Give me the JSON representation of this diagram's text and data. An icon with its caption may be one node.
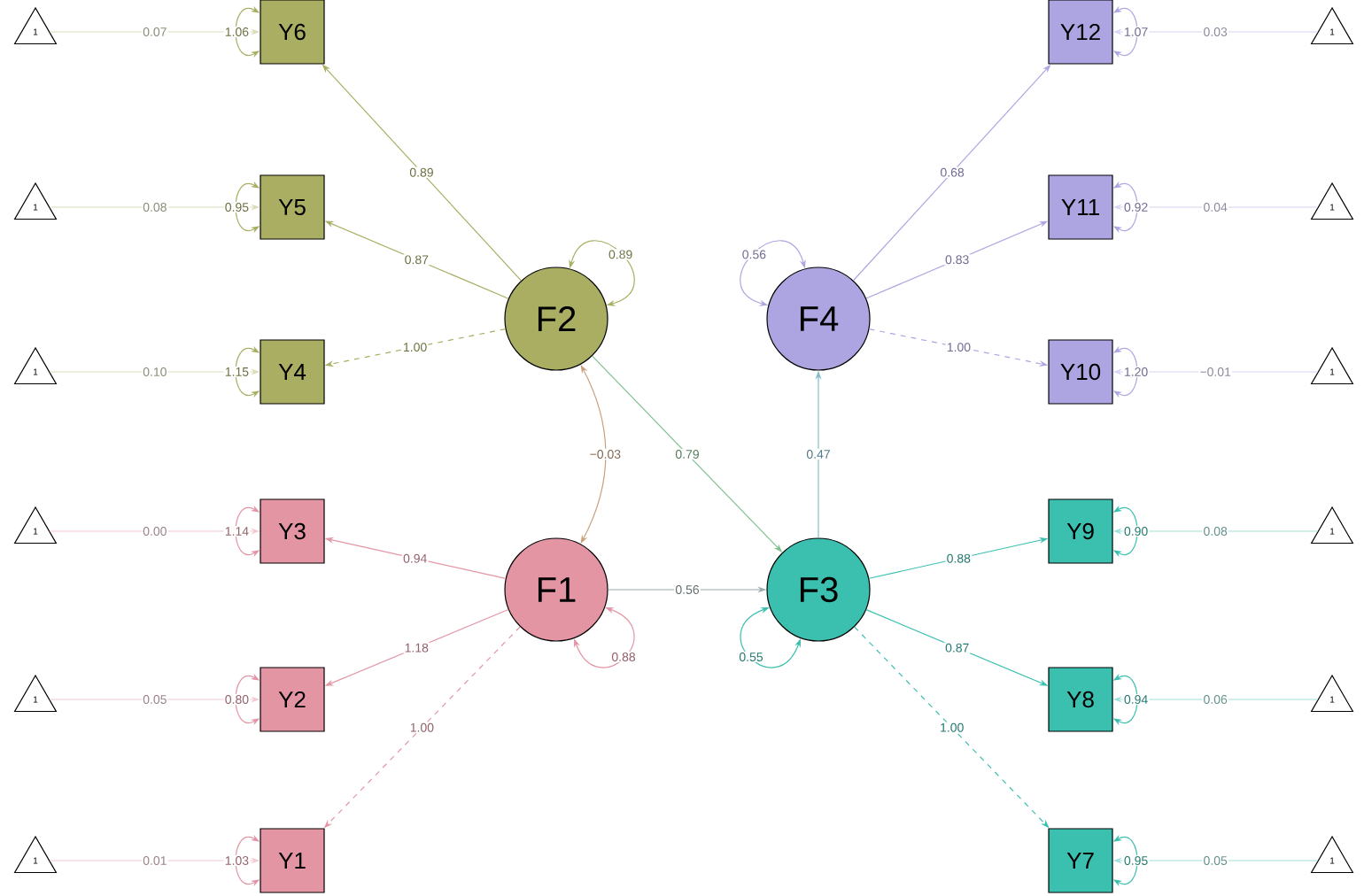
{
  "diagram": {
    "nodes": [
      {
        "text": [
          "1"
        ]
      },
      {
        "text": [
          "Y6"
        ]
      },
      {
        "text": [
          "Y12"
        ]
      },
      {
        "text": [
          "1"
        ]
      },
      {
        "text": [
          "1"
        ]
      },
      {
        "text": [
          "Y5"
        ]
      },
      {
        "text": [
          "Y11"
        ]
      },
      {
        "text": [
          "1"
        ]
      },
      {
        "text": [
          "F2"
        ]
      },
      {
        "text": [
          "F4"
        ]
      },
      {
        "text": [
          "1"
        ]
      },
      {
        "text": [
          "Y4"
        ]
      },
      {
        "text": [
          "Y10"
        ]
      },
      {
        "text": [
          "1"
        ]
      },
      {
        "text": [
          "1"
        ]
      },
      {
        "text": [
          "Y3"
        ]
      },
      {
        "text": [
          "Y9"
        ]
      },
      {
        "text": [
          "1"
        ]
      },
      {
        "text": [
          "F1"
        ]
      },
      {
        "text": [
          "F3"
        ]
      },
      {
        "text": [
          "1"
        ]
      },
      {
        "text": [
          "Y2"
        ]
      },
      {
        "text": [
          "Y8"
        ]
      },
      {
        "text": [
          "1"
        ]
      },
      {
        "text": [
          "1"
        ]
      },
      {
        "text": [
          "Y1"
        ]
      },
      {
        "text": [
          "Y7"
        ]
      },
      {
        "text": [
          "1"
        ]
      }
    ],
    "edges": [
      {
        "from": 0,
        "to": 1,
        "arrow": "to",
        "label": "0.07",
        "color": "#d9dbb5"
      },
      {
        "from": 1,
        "to": 1,
        "arrow": "both",
        "label": "1.06",
        "color": "#a9ae62"
      },
      {
        "from": 3,
        "to": 2,
        "arrow": "to",
        "label": "0.03",
        "color": "#d8d4f2"
      },
      {
        "from": 2,
        "to": 2,
        "arrow": "both",
        "label": "1.07",
        "color": "#ada5e1"
      },
      {
        "from": 4,
        "to": 5,
        "arrow": "to",
        "label": "0.08",
        "color": "#d9dbb5"
      },
      {
        "from": 5,
        "to": 5,
        "arrow": "both",
        "label": "0.95",
        "color": "#a9ae62"
      },
      {
        "from": 7,
        "to": 6,
        "arrow": "to",
        "label": "0.04",
        "color": "#d8d4f2"
      },
      {
        "from": 6,
        "to": 6,
        "arrow": "both",
        "label": "0.92",
        "color": "#ada5e1"
      },
      {
        "from": 10,
        "to": 11,
        "arrow": "to",
        "label": "0.10",
        "color": "#d9dbb5"
      },
      {
        "from": 11,
        "to": 11,
        "arrow": "both",
        "label": "1.15",
        "color": "#a9ae62"
      },
      {
        "from": 13,
        "to": 12,
        "arrow": "to",
        "label": "−0.01",
        "color": "#d8d4f2"
      },
      {
        "from": 12,
        "to": 12,
        "arrow": "both",
        "label": "1.20",
        "color": "#ada5e1"
      },
      {
        "from": 14,
        "to": 15,
        "arrow": "to",
        "label": "0.00",
        "color": "#f2c9d1"
      },
      {
        "from": 15,
        "to": 15,
        "arrow": "both",
        "label": "1.14",
        "color": "#e395a4"
      },
      {
        "from": 17,
        "to": 16,
        "arrow": "to",
        "label": "0.08",
        "color": "#9fe0d8"
      },
      {
        "from": 16,
        "to": 16,
        "arrow": "both",
        "label": "0.90",
        "color": "#3bbfaf"
      },
      {
        "from": 20,
        "to": 21,
        "arrow": "to",
        "label": "0.05",
        "color": "#f2c9d1"
      },
      {
        "from": 21,
        "to": 21,
        "arrow": "both",
        "label": "0.80",
        "color": "#e395a4"
      },
      {
        "from": 23,
        "to": 22,
        "arrow": "to",
        "label": "0.06",
        "color": "#9fe0d8"
      },
      {
        "from": 22,
        "to": 22,
        "arrow": "both",
        "label": "0.94",
        "color": "#3bbfaf"
      },
      {
        "from": 24,
        "to": 25,
        "arrow": "to",
        "label": "0.01",
        "color": "#f2c9d1"
      },
      {
        "from": 25,
        "to": 25,
        "arrow": "both",
        "label": "1.03",
        "color": "#e395a4"
      },
      {
        "from": 27,
        "to": 26,
        "arrow": "to",
        "label": "0.05",
        "color": "#9fe0d8"
      },
      {
        "from": 26,
        "to": 26,
        "arrow": "both",
        "label": "0.95",
        "color": "#3bbfaf"
      },
      {
        "from": 8,
        "to": 1,
        "arrow": "to",
        "label": "0.89",
        "color": "#a9ae62"
      },
      {
        "from": 8,
        "to": 5,
        "arrow": "to",
        "label": "0.87",
        "color": "#a9ae62"
      },
      {
        "from": 8,
        "to": 11,
        "arrow": "to",
        "label": "1.00",
        "style": "dashed",
        "color": "#a9ae62"
      },
      {
        "from": 9,
        "to": 2,
        "arrow": "to",
        "label": "0.68",
        "color": "#ada5e1"
      },
      {
        "from": 9,
        "to": 6,
        "arrow": "to",
        "label": "0.83",
        "color": "#ada5e1"
      },
      {
        "from": 9,
        "to": 12,
        "arrow": "to",
        "label": "1.00",
        "style": "dashed",
        "color": "#ada5e1"
      },
      {
        "from": 18,
        "to": 15,
        "arrow": "to",
        "label": "0.94",
        "color": "#e395a4"
      },
      {
        "from": 18,
        "to": 21,
        "arrow": "to",
        "label": "1.18",
        "color": "#e395a4"
      },
      {
        "from": 18,
        "to": 25,
        "arrow": "to",
        "label": "1.00",
        "style": "dashed",
        "color": "#e395a4"
      },
      {
        "from": 19,
        "to": 16,
        "arrow": "to",
        "label": "0.88",
        "color": "#3bbfaf"
      },
      {
        "from": 19,
        "to": 22,
        "arrow": "to",
        "label": "0.87",
        "color": "#3bbfaf"
      },
      {
        "from": 19,
        "to": 26,
        "arrow": "to",
        "label": "1.00",
        "style": "dashed",
        "color": "#3bbfaf"
      },
      {
        "from": 8,
        "to": 8,
        "arrow": "both",
        "label": "0.89",
        "color": "#a9ae62"
      },
      {
        "from": 9,
        "to": 9,
        "arrow": "both",
        "label": "0.56",
        "color": "#ada5e1"
      },
      {
        "from": 18,
        "to": 18,
        "arrow": "both",
        "label": "0.88",
        "color": "#e395a4"
      },
      {
        "from": 19,
        "to": 19,
        "arrow": "both",
        "label": "0.55",
        "color": "#3bbfaf"
      },
      {
        "from": 18,
        "to": 8,
        "arrow": "both",
        "label": "−0.03",
        "color": "#c8a07e"
      },
      {
        "from": 8,
        "to": 19,
        "arrow": "to",
        "label": "0.79",
        "color": "#7fc08f"
      },
      {
        "from": 18,
        "to": 19,
        "arrow": "to",
        "label": "0.56",
        "color": "#98aaaa"
      },
      {
        "from": 19,
        "to": 9,
        "arrow": "to",
        "label": "0.47",
        "color": "#7fbccc"
      }
    ]
  }
}
